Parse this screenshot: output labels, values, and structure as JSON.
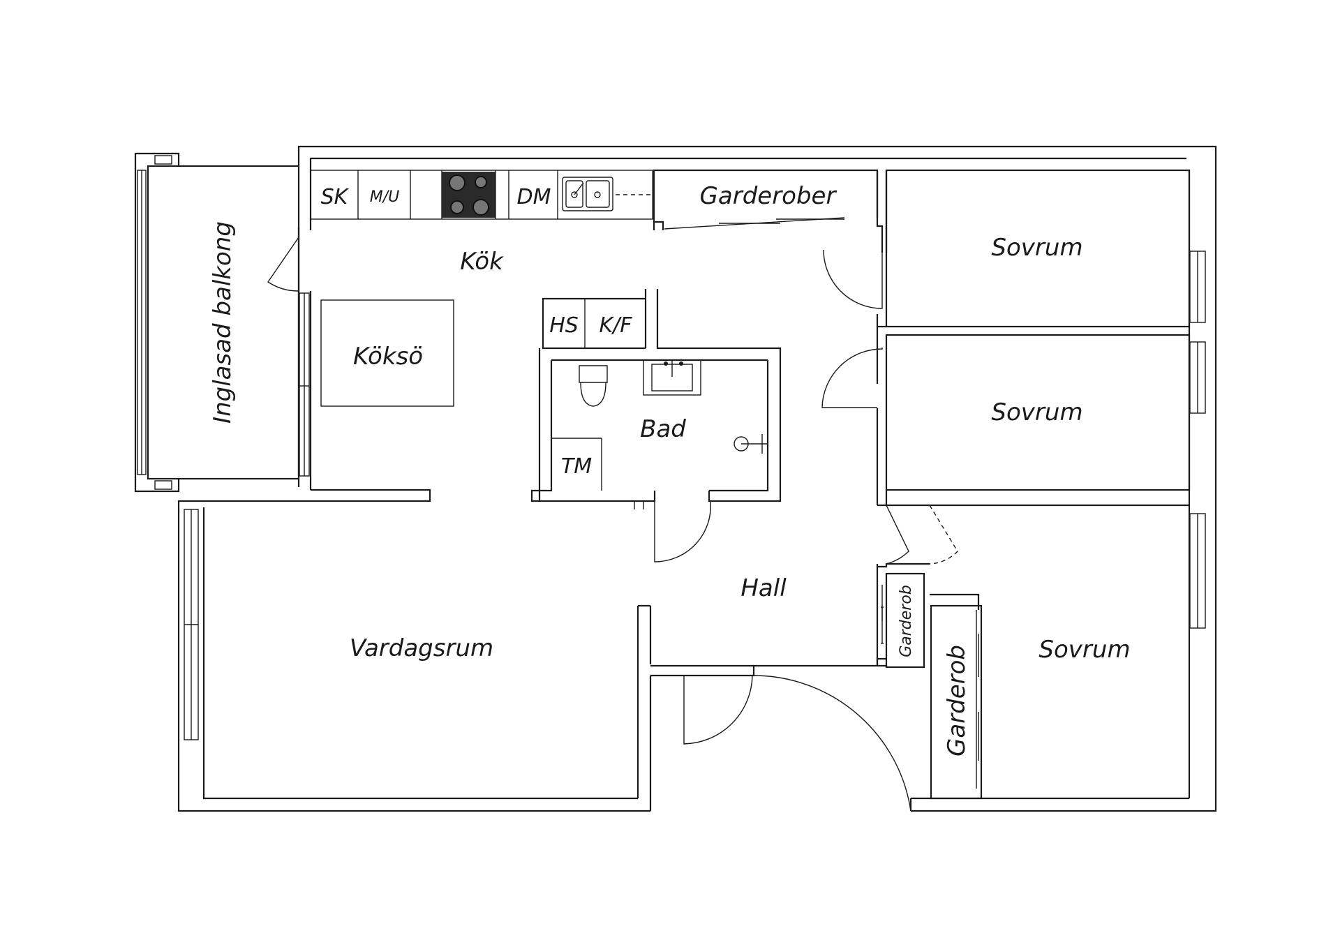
{
  "rooms": {
    "kitchen": "Kök",
    "kitchen_island": "Köksö",
    "balcony": "Inglasad balkong",
    "wardrobes_kitchen": "Garderober",
    "bedroom_1": "Sovrum",
    "bedroom_2": "Sovrum",
    "bedroom_3": "Sovrum",
    "bathroom": "Bad",
    "hall": "Hall",
    "living_room": "Vardagsrum",
    "wardrobe_small": "Garderob",
    "wardrobe_large": "Garderob"
  },
  "fixtures": {
    "fridge": "SK",
    "micro": "M/U",
    "dishwasher": "DM",
    "heater": "HS",
    "fridge_freezer": "K/F",
    "dryer": "TM"
  },
  "icons": [
    "stove-icon",
    "sink-icon",
    "toilet-icon",
    "washbasin-icon",
    "shower-icon"
  ]
}
